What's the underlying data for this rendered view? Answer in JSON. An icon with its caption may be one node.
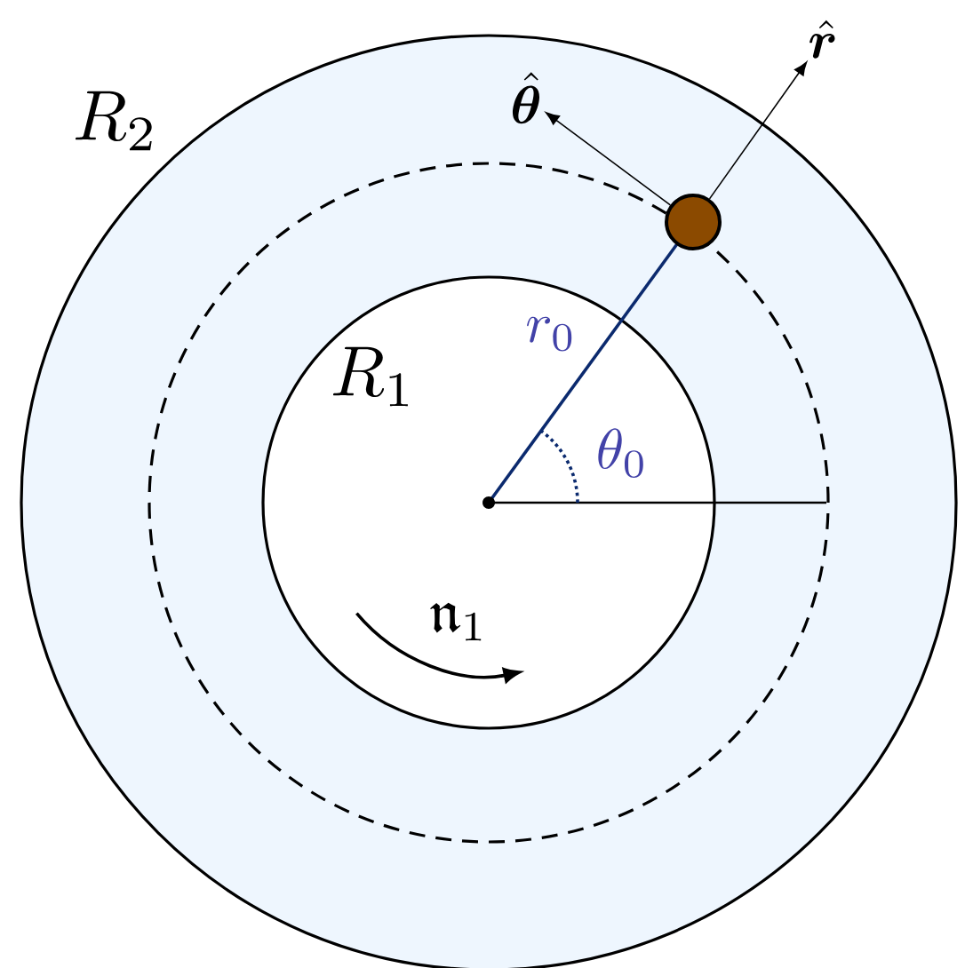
{
  "diagram": {
    "nodes": [
      {
        "text": [],
        "shape": "circle"
      },
      {
        "text": [
          "\\hat{\\boldsymbol{\\theta}}"
        ]
      },
      {
        "text": [
          "\\hat{\\boldsymbol{r}}"
        ]
      }
    ],
    "edges": [
      {
        "from": 0,
        "to": 1,
        "arrow": "to"
      },
      {
        "from": 0,
        "to": 2,
        "arrow": "to"
      }
    ],
    "labels": [
      "R_2",
      "r_0",
      "R_1",
      "\\theta_0",
      "\\mathfrak{n}_1"
    ]
  }
}
